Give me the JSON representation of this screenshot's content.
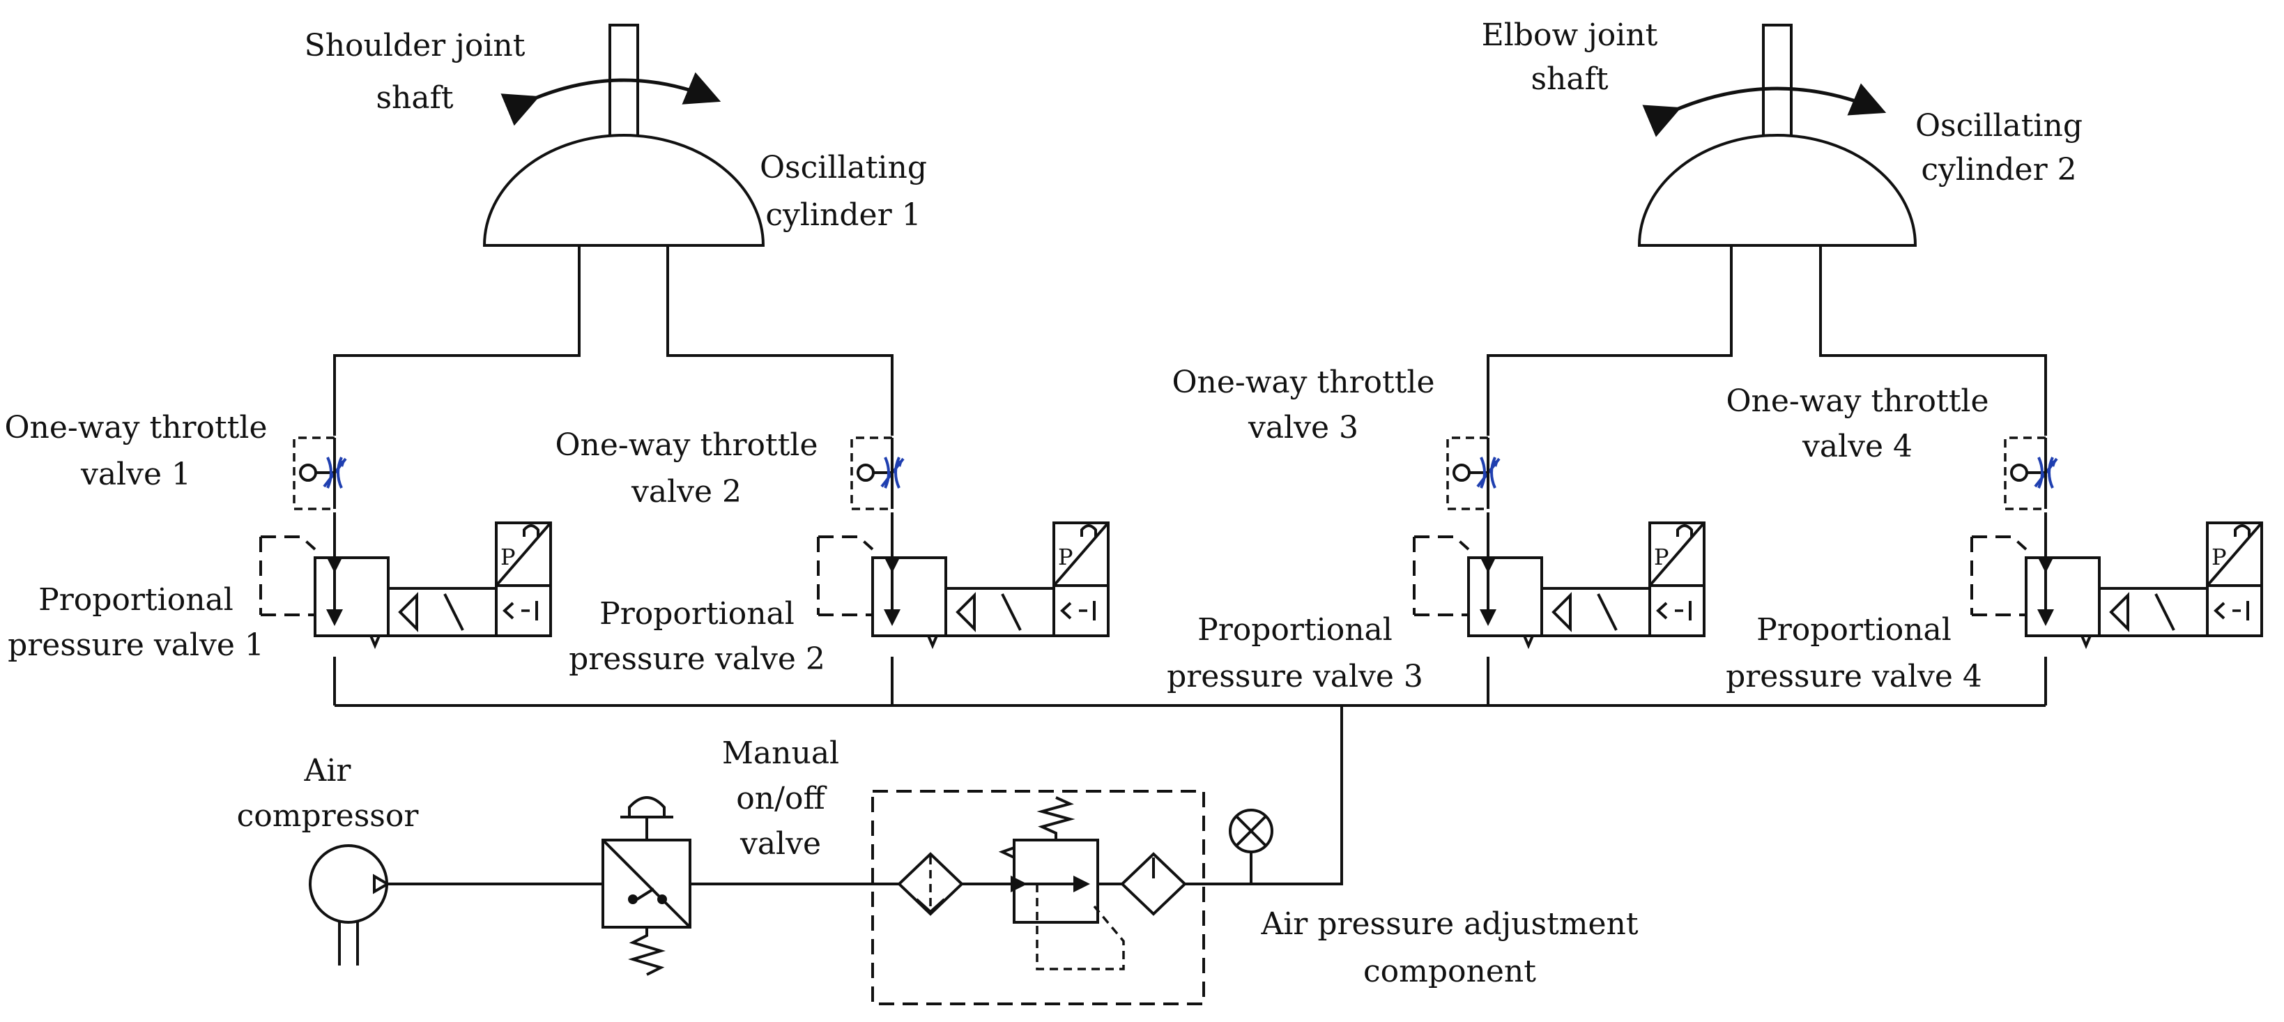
{
  "labels": {
    "shoulder_joint_shaft": [
      "Shoulder joint",
      "shaft"
    ],
    "elbow_joint_shaft": [
      "Elbow joint",
      "shaft"
    ],
    "oscillating_cylinder_1": [
      "Oscillating",
      "cylinder 1"
    ],
    "oscillating_cylinder_2": [
      "Oscillating",
      "cylinder 2"
    ],
    "throttle_valve_1": [
      "One-way throttle",
      "valve 1"
    ],
    "throttle_valve_2": [
      "One-way throttle",
      "valve 2"
    ],
    "throttle_valve_3": [
      "One-way throttle",
      "valve 3"
    ],
    "throttle_valve_4": [
      "One-way throttle",
      "valve 4"
    ],
    "pressure_valve_1": [
      "Proportional",
      "pressure valve 1"
    ],
    "pressure_valve_2": [
      "Proportional",
      "pressure valve 2"
    ],
    "pressure_valve_3": [
      "Proportional",
      "pressure valve 3"
    ],
    "pressure_valve_4": [
      "Proportional",
      "pressure valve 4"
    ],
    "air_compressor": [
      "Air",
      "compressor"
    ],
    "manual_valve": [
      "Manual",
      "on/off",
      "valve"
    ],
    "air_pressure_component": [
      "Air pressure adjustment",
      "component"
    ],
    "sensor_p": "P"
  },
  "colors": {
    "line": "#111111",
    "throttle_symbol": "#1f3fb0",
    "background": "#ffffff"
  }
}
